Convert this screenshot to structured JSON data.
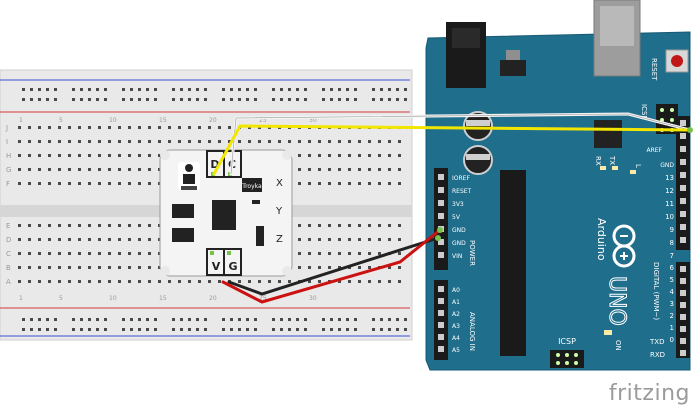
{
  "breadboard": {
    "row_letters_top": [
      "J",
      "I",
      "H",
      "G",
      "F"
    ],
    "row_letters_bottom": [
      "E",
      "D",
      "C",
      "B",
      "A"
    ],
    "column_numbers": [
      "1",
      "5",
      "10",
      "15",
      "20",
      "25",
      "30"
    ]
  },
  "module": {
    "brand": "Troyka",
    "top_pins": [
      "D",
      "C"
    ],
    "bottom_pins": [
      "V",
      "G"
    ],
    "axis_labels": [
      "X",
      "Y",
      "Z"
    ]
  },
  "arduino": {
    "reset_button_label": "RESET",
    "icsp_top_label": "ICSP",
    "icsp_bottom_label": "ICSP",
    "aref_label": "AREF",
    "gnd_label": "GND",
    "digital_pins": [
      "13",
      "12",
      "11",
      "10",
      "9",
      "8",
      "7",
      "6",
      "5",
      "4",
      "3",
      "2",
      "1",
      "0"
    ],
    "tx_label": "TX",
    "rx_label": "RX",
    "l_label": "L",
    "power_pins": [
      "IOREF",
      "RESET",
      "3V3",
      "5V",
      "GND",
      "GND",
      "VIN"
    ],
    "power_label": "POWER",
    "analog_pins": [
      "A0",
      "A1",
      "A2",
      "A3",
      "A4",
      "A5"
    ],
    "analog_label": "ANALOG IN",
    "brand": "Arduino",
    "model": "UNO",
    "digital_label": "DIGITAL (PWM~)",
    "on_label": "ON",
    "txd_label": "TXD",
    "rxd_label": "RXD"
  },
  "wires": {
    "yellow": "#f2e600",
    "white": "#f4f4f4",
    "black": "#222222",
    "red": "#cc1111"
  },
  "colors": {
    "arduino_board": "#1f6e8c",
    "breadboard": "#e9e9e9",
    "module_board": "#f4f4f4",
    "rail_red": "#d33b3b",
    "rail_blue": "#3b4fd3"
  },
  "footer": {
    "logo": "fritzing"
  }
}
